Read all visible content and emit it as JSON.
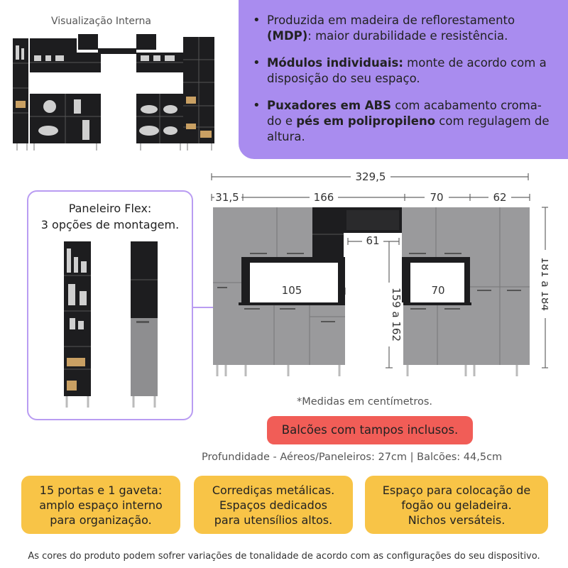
{
  "internal_view": {
    "title": "Visualização Interna"
  },
  "features": [
    {
      "parts": [
        {
          "t": "Produzida em madeira de reflorestamento ",
          "b": false
        },
        {
          "t": "(MDP)",
          "b": true
        },
        {
          "t": ": maior durabilidade e resistência.",
          "b": false
        }
      ]
    },
    {
      "parts": [
        {
          "t": "Módulos individuais:",
          "b": true
        },
        {
          "t": " monte de acordo com a disposição do seu espaço.",
          "b": false
        }
      ]
    },
    {
      "parts": [
        {
          "t": "Puxadores em ABS",
          "b": true
        },
        {
          "t": " com acabamento croma-do e ",
          "b": false
        },
        {
          "t": "pés em polipropileno",
          "b": true
        },
        {
          "t": " com regulagem de altura.",
          "b": false
        }
      ]
    }
  ],
  "flex": {
    "title_line1": "Paneleiro Flex:",
    "title_line2": "3 opções de montagem."
  },
  "dimensions": {
    "total_width": "329,5",
    "w1": "31,5",
    "w2": "166",
    "w3": "70",
    "w4": "62",
    "gap": "61",
    "counter_left": "105",
    "counter_right": "70",
    "height_mid": "159 a 162",
    "height_total": "181 a 184"
  },
  "note": "*Medidas em centímetros.",
  "tops_included": "Balcões com tampos inclusos.",
  "depth": "Profundidade - Aéreos/Paneleiros: 27cm | Balcões: 44,5cm",
  "highlights": [
    {
      "line1": "15 portas e 1 gaveta:",
      "line2": "amplo espaço interno",
      "line3": "para organização."
    },
    {
      "line1": "Corrediças metálicas.",
      "line2": "Espaços dedicados",
      "line3": "para utensílios altos."
    },
    {
      "line1": "Espaço para colocação de",
      "line2": "fogão ou geladeira.",
      "line3": "Nichos versáteis."
    }
  ],
  "disclaimer": "As cores do produto podem sofrer variações de tonalidade de acordo com as configurações do seu dispositivo.",
  "colors": {
    "purple": "#a98cef",
    "yellow": "#f8c447",
    "red": "#f15d57",
    "cabinet_gray": "#9a9a9c",
    "cabinet_black": "#1d1d1f"
  }
}
